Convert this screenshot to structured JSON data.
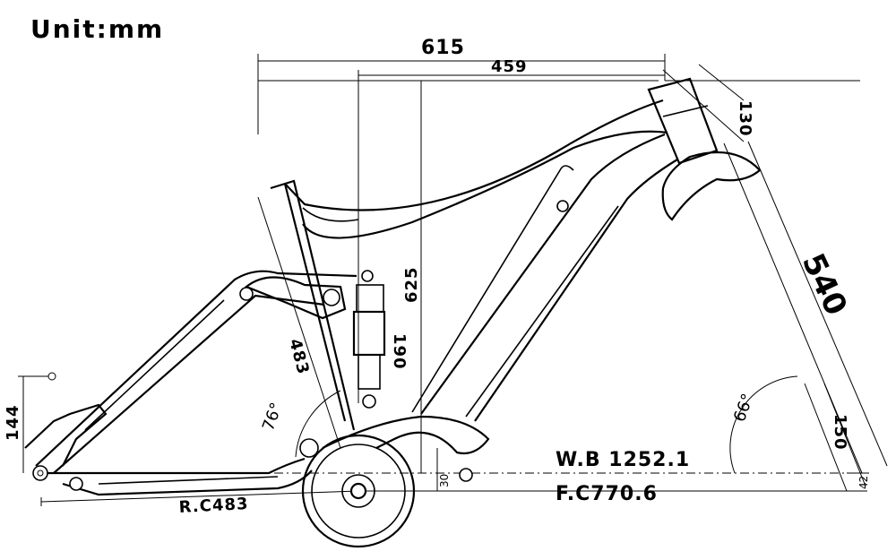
{
  "unit_label": "Unit:mm",
  "dimensions": {
    "reach_total": "615",
    "top_span": "459",
    "head_tube": "130",
    "fork_length": "540",
    "stack": "625",
    "shock_stroke": "190",
    "seat_tube": "483",
    "rear_drop": "144",
    "head_angle": "66°",
    "seat_angle": "76°",
    "fork_offset_vertical": "150",
    "fork_offset_small": "42",
    "bb_drop": "30",
    "wheelbase": "W.B 1252.1",
    "front_center": "F.C770.6",
    "rear_center": "R.C483"
  }
}
